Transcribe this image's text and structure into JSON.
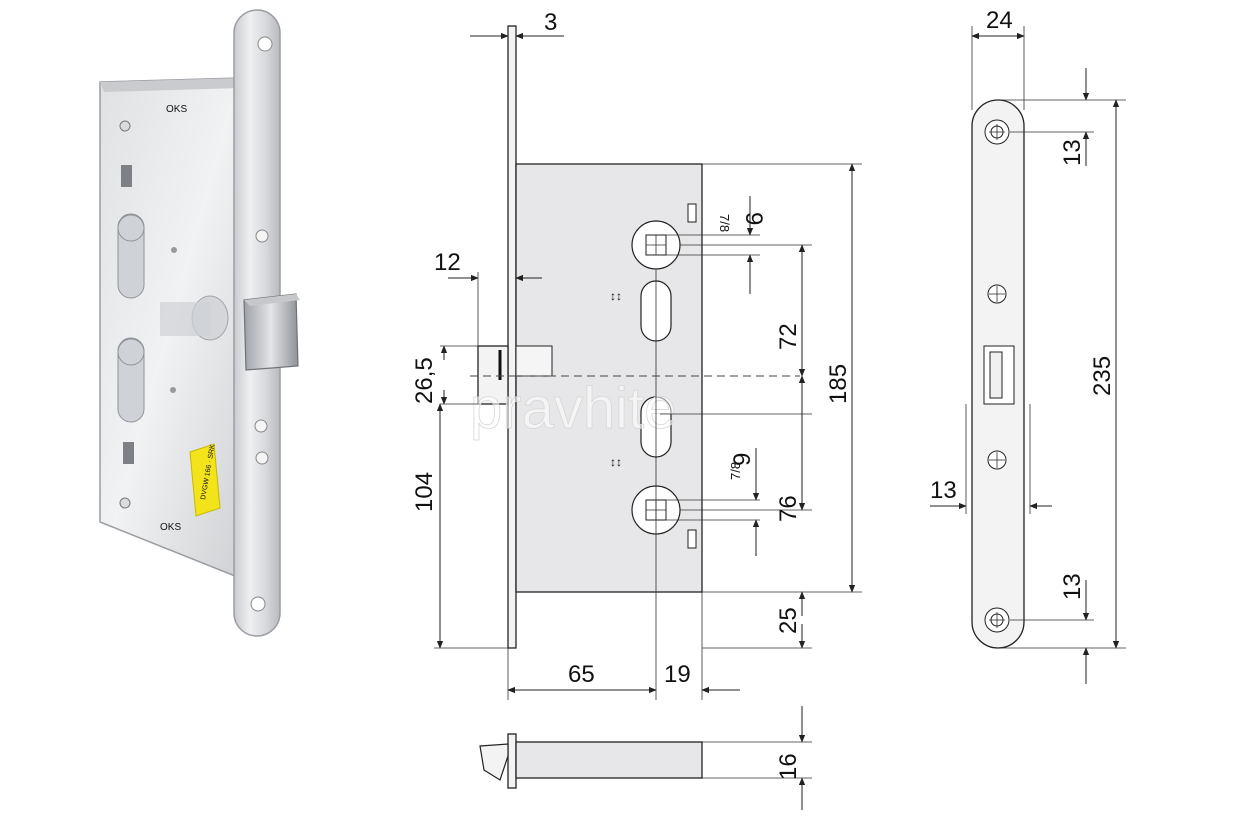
{
  "watermark": "pravhite",
  "sticker_text": "DVGW 166 · SRK",
  "colors": {
    "background": "#ffffff",
    "line": "#222222",
    "lock_body": "#e7e7e9",
    "faceplate": "#f3f3f3",
    "sticker": "#f2e31a"
  },
  "dimensions": {
    "faceplate_thickness": "3",
    "faceplate_width": "24",
    "latch_projection": "12",
    "latch_height": "26,5",
    "latch_to_bottom": "104",
    "backset": "65",
    "center_offset": "19",
    "spindle_to_cylinder_top": "72",
    "body_height": "185",
    "spindle_to_cylinder_bottom": "76",
    "bottom_offset": "25",
    "square_top": "9",
    "square_top_small": "7/8",
    "square_bottom": "9",
    "square_bottom_small": "7/8",
    "plate_length": "235",
    "hole_top": "13",
    "hole_bottom": "13",
    "latch_width": "13",
    "body_thickness": "16"
  }
}
